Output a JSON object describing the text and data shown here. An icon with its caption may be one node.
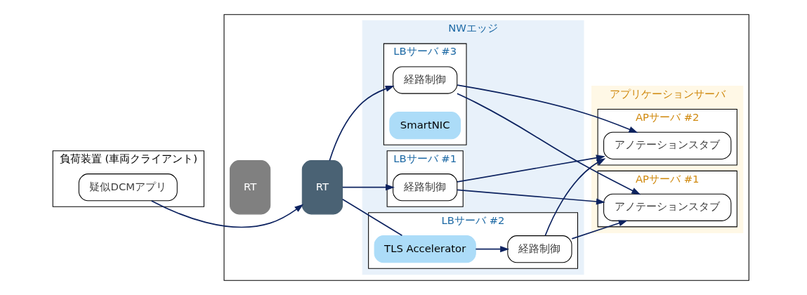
{
  "diagram": {
    "nodes": [
      {
        "text": [
          "負荷装置 (車両クライアント)"
        ]
      },
      {
        "text": [
          "疑似DCMアプリ"
        ],
        "in": 0
      },
      {
        "text": [],
        "shape": "box"
      },
      {
        "text": [
          "RT"
        ],
        "in": 2
      },
      {
        "text": [
          "RT"
        ],
        "in": 2
      },
      {
        "text": [
          "NWエッジ"
        ],
        "in": 2
      },
      {
        "text": [
          "LBサーバ #1"
        ],
        "in": 5
      },
      {
        "text": [
          "経路制御"
        ],
        "in": 6
      },
      {
        "text": [
          "LBサーバ #2"
        ],
        "in": 5
      },
      {
        "text": [
          "TLS Accelerator"
        ],
        "in": 8
      },
      {
        "text": [
          "経路制御"
        ],
        "in": 8
      },
      {
        "text": [
          "LBサーバ #3"
        ],
        "in": 5
      },
      {
        "text": [
          "SmartNIC"
        ],
        "in": 11
      },
      {
        "text": [
          "経路制御"
        ],
        "in": 11
      },
      {
        "text": [
          "アプリケーションサーバ"
        ],
        "in": 2
      },
      {
        "text": [
          "APサーバ #1"
        ],
        "in": 14
      },
      {
        "text": [
          "アノテーションスタブ"
        ],
        "in": 15
      },
      {
        "text": [
          "APサーバ #2"
        ],
        "in": 14
      },
      {
        "text": [
          "アノテーションスタブ"
        ],
        "in": 17
      }
    ],
    "edges": [
      {
        "from": 1,
        "to": 4,
        "arrow": "to"
      },
      {
        "from": 4,
        "to": 7,
        "arrow": "to"
      },
      {
        "from": 4,
        "to": 9,
        "arrow": "none"
      },
      {
        "from": 9,
        "to": 10,
        "arrow": "to"
      },
      {
        "from": 4,
        "to": 13,
        "arrow": "to"
      },
      {
        "from": 7,
        "to": 16,
        "arrow": "to"
      },
      {
        "from": 7,
        "to": 18,
        "arrow": "to"
      },
      {
        "from": 10,
        "to": 16,
        "arrow": "to"
      },
      {
        "from": 10,
        "to": 18,
        "arrow": "to"
      },
      {
        "from": 13,
        "to": 16,
        "arrow": "to"
      },
      {
        "from": 13,
        "to": 18,
        "arrow": "to"
      }
    ]
  }
}
